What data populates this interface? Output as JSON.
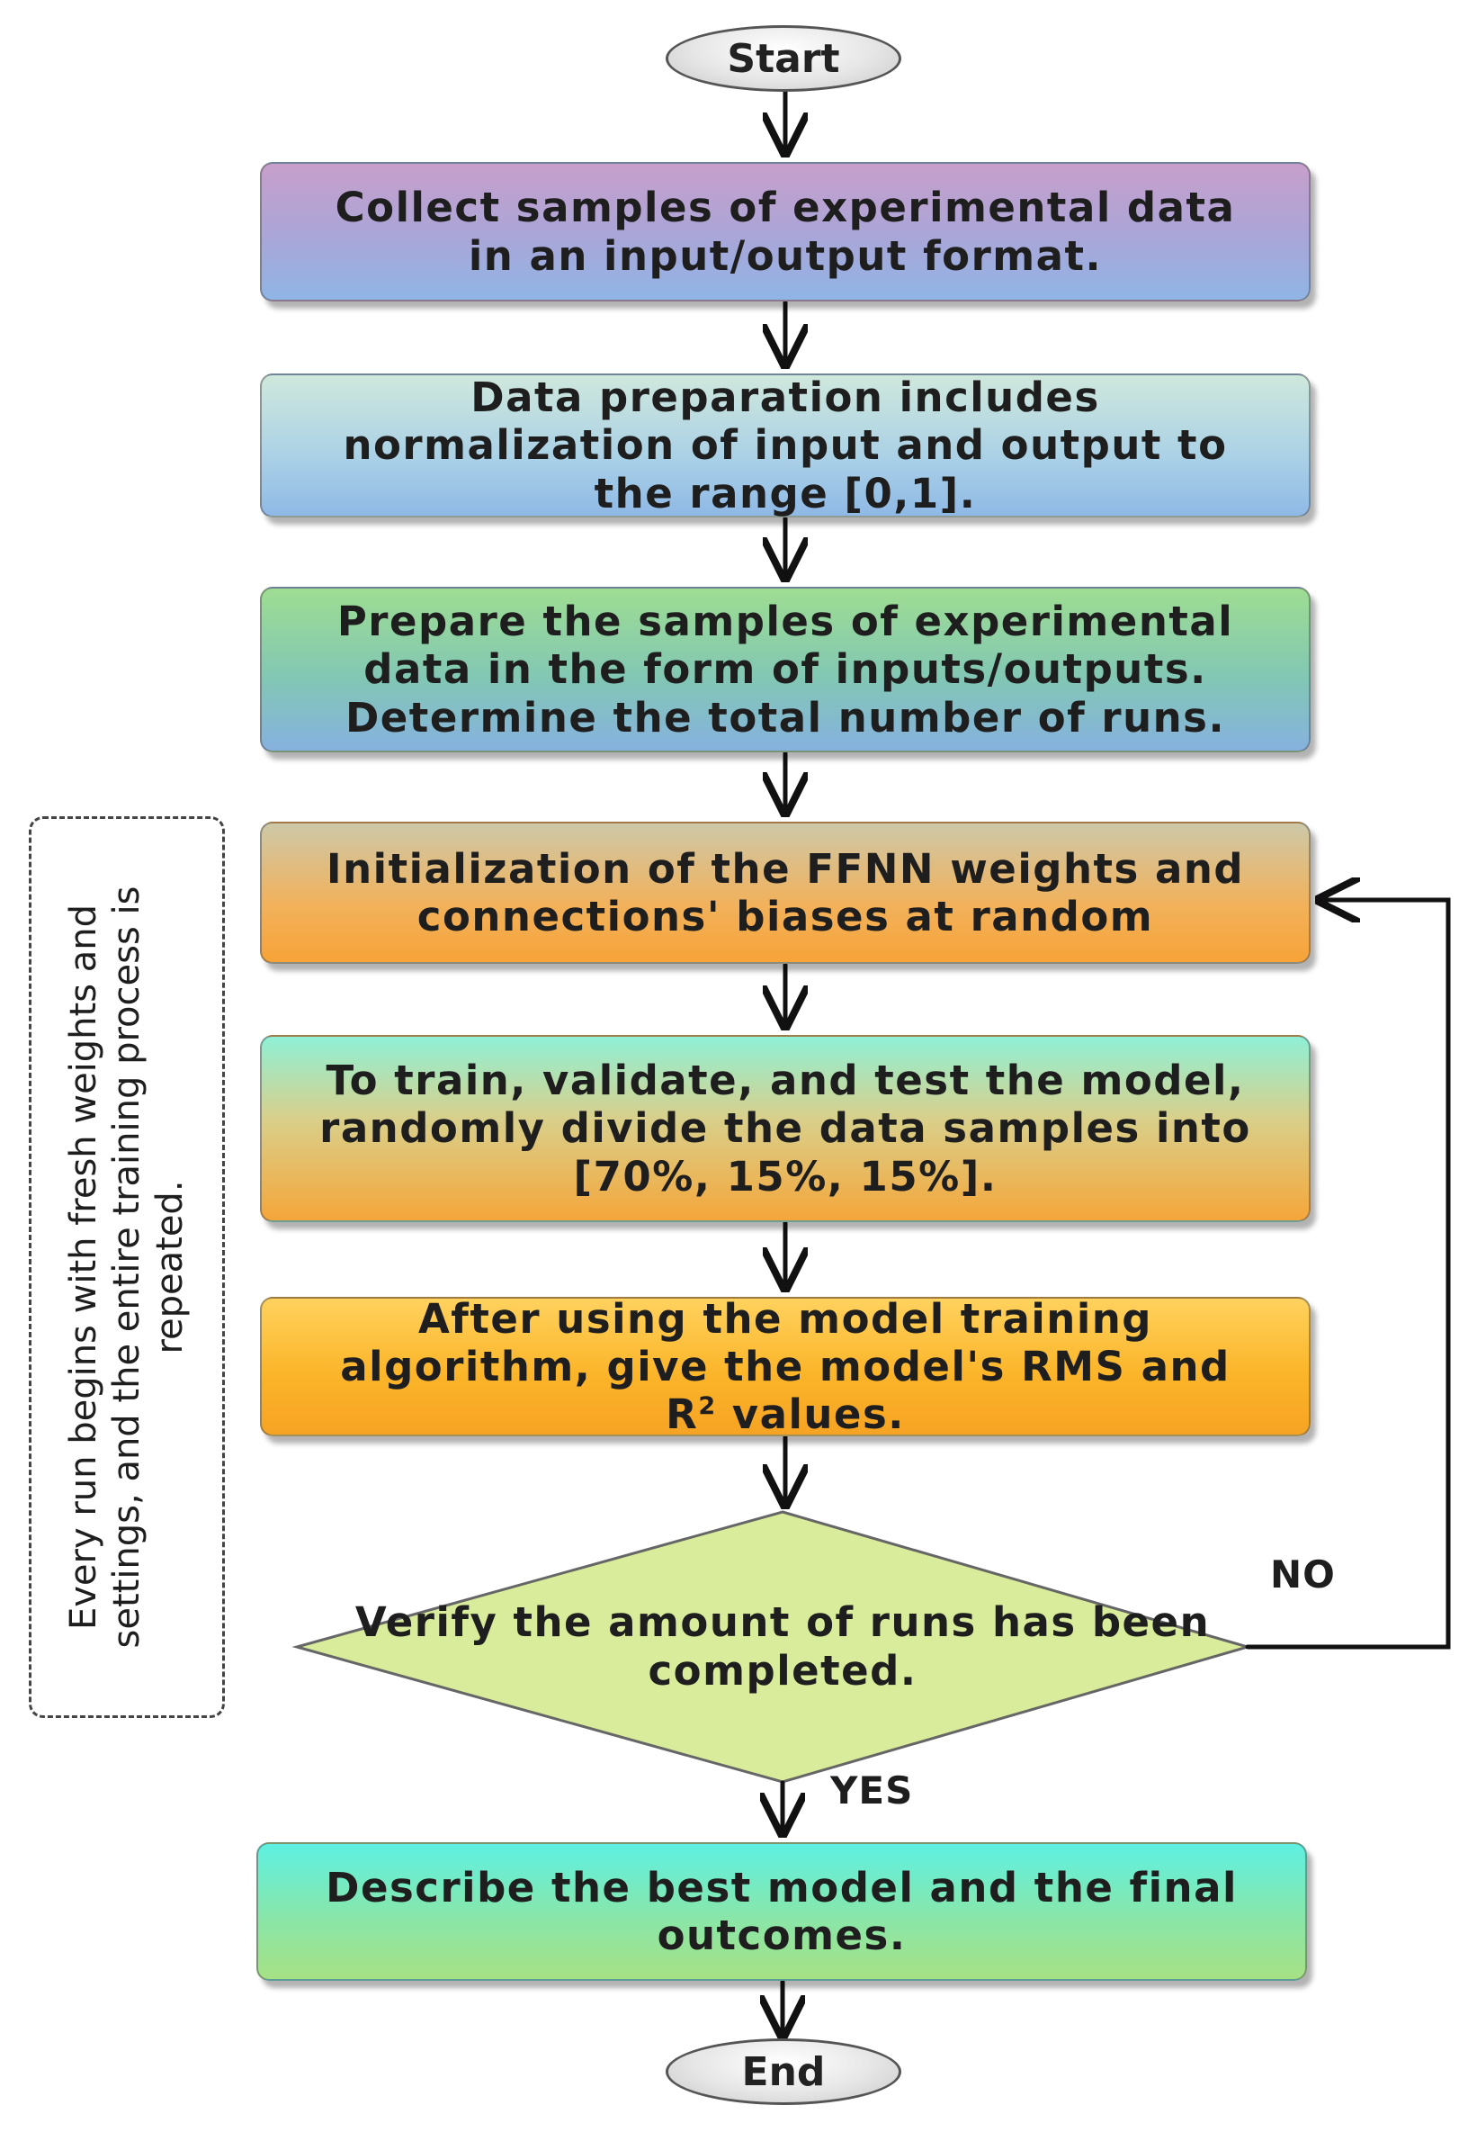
{
  "start_label": "Start",
  "end_label": "End",
  "steps": [
    {
      "text": "Collect samples of experimental data\nin an input/output format."
    },
    {
      "text": "Data preparation includes\nnormalization of input and output to\nthe range [0,1]."
    },
    {
      "text": "Prepare the samples of experimental\ndata in the form of inputs/outputs.\nDetermine the total number of runs."
    },
    {
      "text": "Initialization of the FFNN weights and\nconnections' biases at random"
    },
    {
      "text": "To train, validate, and test the model,\nrandomly divide the data samples into\n[70%, 15%, 15%]."
    },
    {
      "text_before_sup": "After using the model training\nalgorithm, give the model's RMS and\nR",
      "sup": "2",
      "text_after_sup": " values."
    },
    {
      "text": "Describe the best model and the final\noutcomes."
    }
  ],
  "decision": {
    "text": "Verify the amount of runs has been\ncompleted."
  },
  "labels": {
    "no": "NO",
    "yes": "YES"
  },
  "side_note": {
    "text": "Every run begins with fresh weights and\nsettings, and the entire training process is\nrepeated."
  },
  "colors": {
    "arrow": "#111111",
    "decision_fill": "#d9ec9b",
    "decision_stroke": "#666666"
  }
}
